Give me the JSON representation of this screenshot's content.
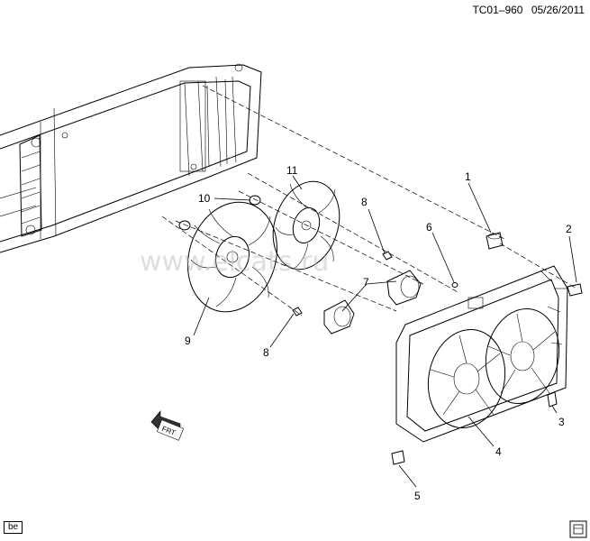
{
  "header": {
    "code": "TC01–960",
    "date": "05/26/2011"
  },
  "watermark": "www.elcats.ru",
  "footer_tag": "be",
  "direction_label": "FRT",
  "callouts": [
    {
      "id": "c1",
      "label": "1"
    },
    {
      "id": "c2",
      "label": "2"
    },
    {
      "id": "c3",
      "label": "3"
    },
    {
      "id": "c4",
      "label": "4"
    },
    {
      "id": "c5",
      "label": "5"
    },
    {
      "id": "c6",
      "label": "6"
    },
    {
      "id": "c7",
      "label": "7"
    },
    {
      "id": "c8a",
      "label": "8"
    },
    {
      "id": "c8b",
      "label": "8"
    },
    {
      "id": "c9",
      "label": "9"
    },
    {
      "id": "c10",
      "label": "10"
    },
    {
      "id": "c11",
      "label": "11"
    }
  ]
}
